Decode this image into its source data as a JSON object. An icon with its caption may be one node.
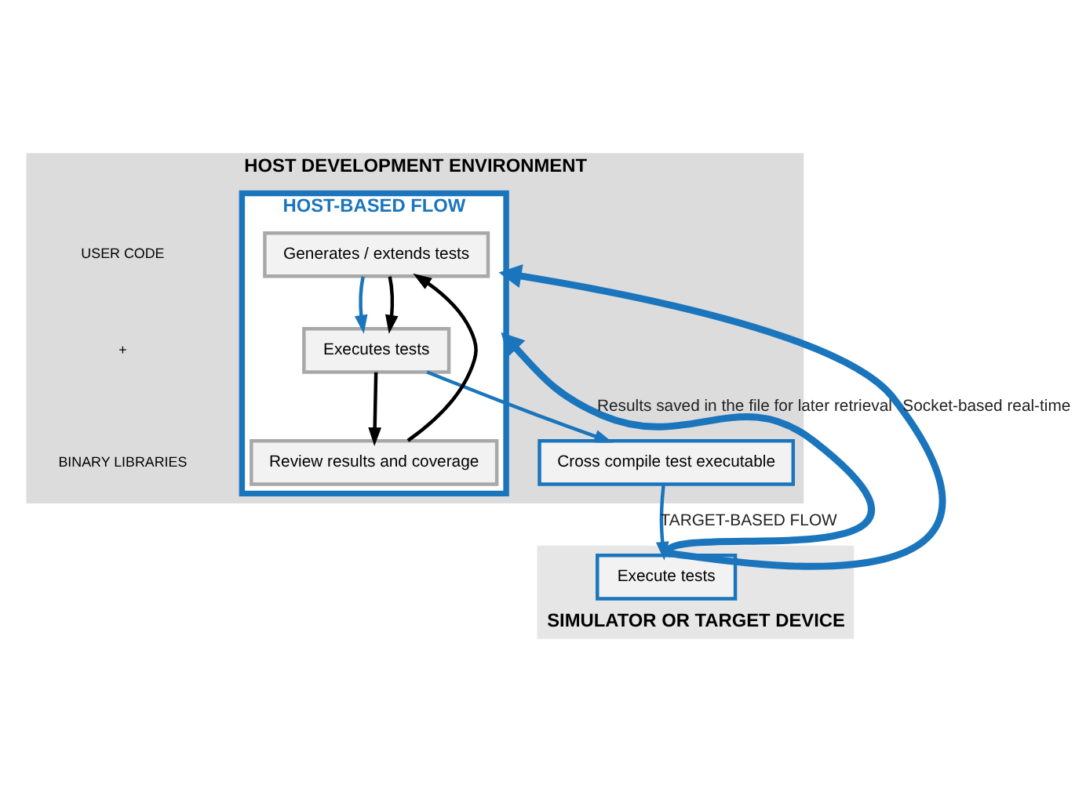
{
  "diagram": {
    "nodes": [
      {
        "text": [
          "HOST DEVELOPMENT ENVIRONMENT"
        ]
      },
      {
        "text": [
          "HOST-BASED FLOW"
        ],
        "in": 0
      },
      {
        "text": [
          "Generates / extends tests"
        ],
        "in": 1
      },
      {
        "text": [
          "Executes tests"
        ],
        "in": 1
      },
      {
        "text": [
          "Review results and coverage"
        ],
        "in": 1
      },
      {
        "text": [
          "Cross compile test executable"
        ],
        "in": 0
      },
      {
        "text": [
          "SIMULATOR OR TARGET DEVICE"
        ]
      },
      {
        "text": [
          "Execute tests"
        ],
        "in": 6
      }
    ],
    "edges": [
      {
        "from": 2,
        "to": 3,
        "arrow": "to"
      },
      {
        "from": 2,
        "to": 3,
        "arrow": "to",
        "color": "#000000"
      },
      {
        "from": 3,
        "to": 5,
        "arrow": "to"
      },
      {
        "from": 3,
        "to": 4,
        "arrow": "to",
        "color": "#000000"
      },
      {
        "from": 4,
        "to": 2,
        "arrow": "to",
        "color": "#000000"
      },
      {
        "from": 5,
        "to": 7,
        "arrow": "to",
        "label": "TARGET-BASED FLOW"
      },
      {
        "from": 7,
        "to": 1,
        "arrow": "to",
        "label": "Results saved in the file for later retrieval",
        "style": "thick"
      },
      {
        "from": 7,
        "to": 1,
        "arrow": "to",
        "label": "Socket-based real-time",
        "style": "thick"
      }
    ],
    "labels": [
      "USER CODE",
      "+",
      "BINARY LIBRARIES"
    ]
  }
}
